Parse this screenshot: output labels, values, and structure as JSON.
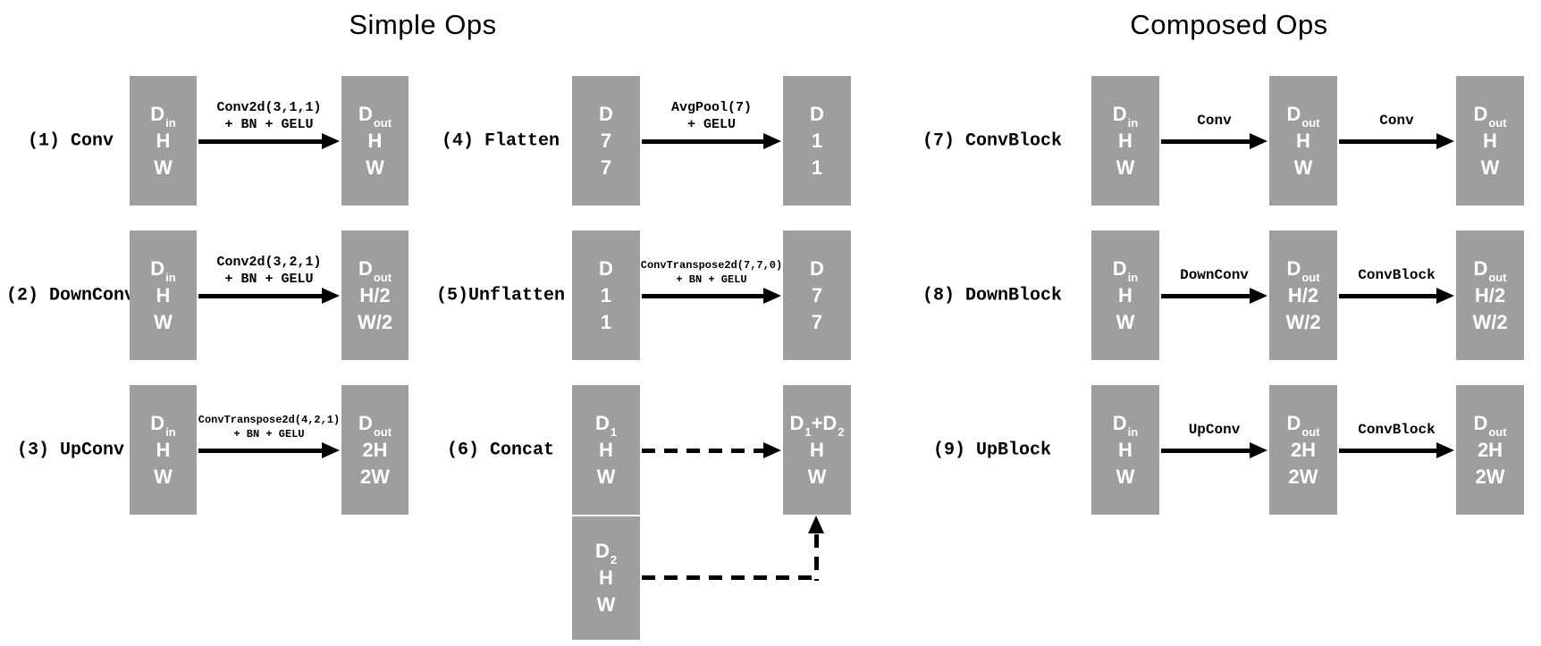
{
  "titles": {
    "simple": "Simple Ops",
    "composed": "Composed Ops"
  },
  "colors": {
    "box_fill": "#9e9e9e",
    "box_text": "#ffffff",
    "arrow": "#000000",
    "text": "#000000"
  },
  "rows": [
    {
      "id": "conv",
      "label": "(1) Conv",
      "col": "left",
      "band": 0,
      "boxes": [
        {
          "role": "input-tensor",
          "lines": [
            [
              {
                "t": "D"
              },
              {
                "s": "in"
              }
            ],
            [
              {
                "t": "H"
              }
            ],
            [
              {
                "t": "W"
              }
            ]
          ]
        },
        {
          "role": "output-tensor",
          "lines": [
            [
              {
                "t": "D"
              },
              {
                "s": "out"
              }
            ],
            [
              {
                "t": "H"
              }
            ],
            [
              {
                "t": "W"
              }
            ]
          ]
        }
      ],
      "arrows": [
        {
          "style": "solid",
          "lines": [
            "Conv2d(3,1,1)",
            "+ BN + GELU"
          ]
        }
      ]
    },
    {
      "id": "downconv",
      "label": "(2) DownConv",
      "col": "left",
      "band": 1,
      "boxes": [
        {
          "role": "input-tensor",
          "lines": [
            [
              {
                "t": "D"
              },
              {
                "s": "in"
              }
            ],
            [
              {
                "t": "H"
              }
            ],
            [
              {
                "t": "W"
              }
            ]
          ]
        },
        {
          "role": "output-tensor",
          "lines": [
            [
              {
                "t": "D"
              },
              {
                "s": "out"
              }
            ],
            [
              {
                "t": "H/2"
              }
            ],
            [
              {
                "t": "W/2"
              }
            ]
          ]
        }
      ],
      "arrows": [
        {
          "style": "solid",
          "lines": [
            "Conv2d(3,2,1)",
            "+ BN + GELU"
          ]
        }
      ]
    },
    {
      "id": "upconv",
      "label": "(3) UpConv",
      "col": "left",
      "band": 2,
      "boxes": [
        {
          "role": "input-tensor",
          "lines": [
            [
              {
                "t": "D"
              },
              {
                "s": "in"
              }
            ],
            [
              {
                "t": "H"
              }
            ],
            [
              {
                "t": "W"
              }
            ]
          ]
        },
        {
          "role": "output-tensor",
          "lines": [
            [
              {
                "t": "D"
              },
              {
                "s": "out"
              }
            ],
            [
              {
                "t": "2H"
              }
            ],
            [
              {
                "t": "2W"
              }
            ]
          ]
        }
      ],
      "arrows": [
        {
          "style": "solid",
          "lines": [
            "ConvTranspose2d(4,2,1)",
            "+ BN + GELU"
          ]
        }
      ]
    },
    {
      "id": "flatten",
      "label": "(4) Flatten",
      "col": "mid",
      "band": 0,
      "boxes": [
        {
          "role": "input-tensor",
          "lines": [
            [
              {
                "t": "D"
              }
            ],
            [
              {
                "t": "7"
              }
            ],
            [
              {
                "t": "7"
              }
            ]
          ]
        },
        {
          "role": "output-tensor",
          "lines": [
            [
              {
                "t": "D"
              }
            ],
            [
              {
                "t": "1"
              }
            ],
            [
              {
                "t": "1"
              }
            ]
          ]
        }
      ],
      "arrows": [
        {
          "style": "solid",
          "lines": [
            "AvgPool(7)",
            "+ GELU"
          ]
        }
      ]
    },
    {
      "id": "unflatten",
      "label": "(5)Unflatten",
      "col": "mid",
      "band": 1,
      "boxes": [
        {
          "role": "input-tensor",
          "lines": [
            [
              {
                "t": "D"
              }
            ],
            [
              {
                "t": "1"
              }
            ],
            [
              {
                "t": "1"
              }
            ]
          ]
        },
        {
          "role": "output-tensor",
          "lines": [
            [
              {
                "t": "D"
              }
            ],
            [
              {
                "t": "7"
              }
            ],
            [
              {
                "t": "7"
              }
            ]
          ]
        }
      ],
      "arrows": [
        {
          "style": "solid",
          "lines": [
            "ConvTranspose2d(7,7,0)",
            "+ BN + GELU"
          ]
        }
      ]
    },
    {
      "id": "concat",
      "label": "(6) Concat",
      "col": "mid",
      "band": 2,
      "boxes": [
        {
          "role": "input-tensor-1",
          "lines": [
            [
              {
                "t": "D"
              },
              {
                "s": "1"
              }
            ],
            [
              {
                "t": "H"
              }
            ],
            [
              {
                "t": "W"
              }
            ]
          ]
        },
        {
          "role": "output-tensor",
          "lines": [
            [
              {
                "t": "D"
              },
              {
                "s": "1"
              },
              {
                "t": "+D"
              },
              {
                "s": "2"
              }
            ],
            [
              {
                "t": "H"
              }
            ],
            [
              {
                "t": "W"
              }
            ]
          ]
        },
        {
          "role": "input-tensor-2",
          "extra": true,
          "lines": [
            [
              {
                "t": "D"
              },
              {
                "s": "2"
              }
            ],
            [
              {
                "t": "H"
              }
            ],
            [
              {
                "t": "W"
              }
            ]
          ]
        }
      ],
      "arrows": [
        {
          "style": "dashed",
          "lines": []
        },
        {
          "style": "dashed-elbow",
          "lines": []
        }
      ]
    },
    {
      "id": "convblock",
      "label": "(7) ConvBlock",
      "col": "right",
      "band": 0,
      "boxes": [
        {
          "role": "input-tensor",
          "lines": [
            [
              {
                "t": "D"
              },
              {
                "s": "in"
              }
            ],
            [
              {
                "t": "H"
              }
            ],
            [
              {
                "t": "W"
              }
            ]
          ]
        },
        {
          "role": "mid-tensor",
          "lines": [
            [
              {
                "t": "D"
              },
              {
                "s": "out"
              }
            ],
            [
              {
                "t": "H"
              }
            ],
            [
              {
                "t": "W"
              }
            ]
          ]
        },
        {
          "role": "output-tensor",
          "lines": [
            [
              {
                "t": "D"
              },
              {
                "s": "out"
              }
            ],
            [
              {
                "t": "H"
              }
            ],
            [
              {
                "t": "W"
              }
            ]
          ]
        }
      ],
      "arrows": [
        {
          "style": "solid",
          "lines": [
            "Conv"
          ]
        },
        {
          "style": "solid",
          "lines": [
            "Conv"
          ]
        }
      ]
    },
    {
      "id": "downblock",
      "label": "(8) DownBlock",
      "col": "right",
      "band": 1,
      "boxes": [
        {
          "role": "input-tensor",
          "lines": [
            [
              {
                "t": "D"
              },
              {
                "s": "in"
              }
            ],
            [
              {
                "t": "H"
              }
            ],
            [
              {
                "t": "W"
              }
            ]
          ]
        },
        {
          "role": "mid-tensor",
          "lines": [
            [
              {
                "t": "D"
              },
              {
                "s": "out"
              }
            ],
            [
              {
                "t": "H/2"
              }
            ],
            [
              {
                "t": "W/2"
              }
            ]
          ]
        },
        {
          "role": "output-tensor",
          "lines": [
            [
              {
                "t": "D"
              },
              {
                "s": "out"
              }
            ],
            [
              {
                "t": "H/2"
              }
            ],
            [
              {
                "t": "W/2"
              }
            ]
          ]
        }
      ],
      "arrows": [
        {
          "style": "solid",
          "lines": [
            "DownConv"
          ]
        },
        {
          "style": "solid",
          "lines": [
            "ConvBlock"
          ]
        }
      ]
    },
    {
      "id": "upblock",
      "label": "(9) UpBlock",
      "col": "right",
      "band": 2,
      "boxes": [
        {
          "role": "input-tensor",
          "lines": [
            [
              {
                "t": "D"
              },
              {
                "s": "in"
              }
            ],
            [
              {
                "t": "H"
              }
            ],
            [
              {
                "t": "W"
              }
            ]
          ]
        },
        {
          "role": "mid-tensor",
          "lines": [
            [
              {
                "t": "D"
              },
              {
                "s": "out"
              }
            ],
            [
              {
                "t": "2H"
              }
            ],
            [
              {
                "t": "2W"
              }
            ]
          ]
        },
        {
          "role": "output-tensor",
          "lines": [
            [
              {
                "t": "D"
              },
              {
                "s": "out"
              }
            ],
            [
              {
                "t": "2H"
              }
            ],
            [
              {
                "t": "2W"
              }
            ]
          ]
        }
      ],
      "arrows": [
        {
          "style": "solid",
          "lines": [
            "UpConv"
          ]
        },
        {
          "style": "solid",
          "lines": [
            "ConvBlock"
          ]
        }
      ]
    }
  ]
}
